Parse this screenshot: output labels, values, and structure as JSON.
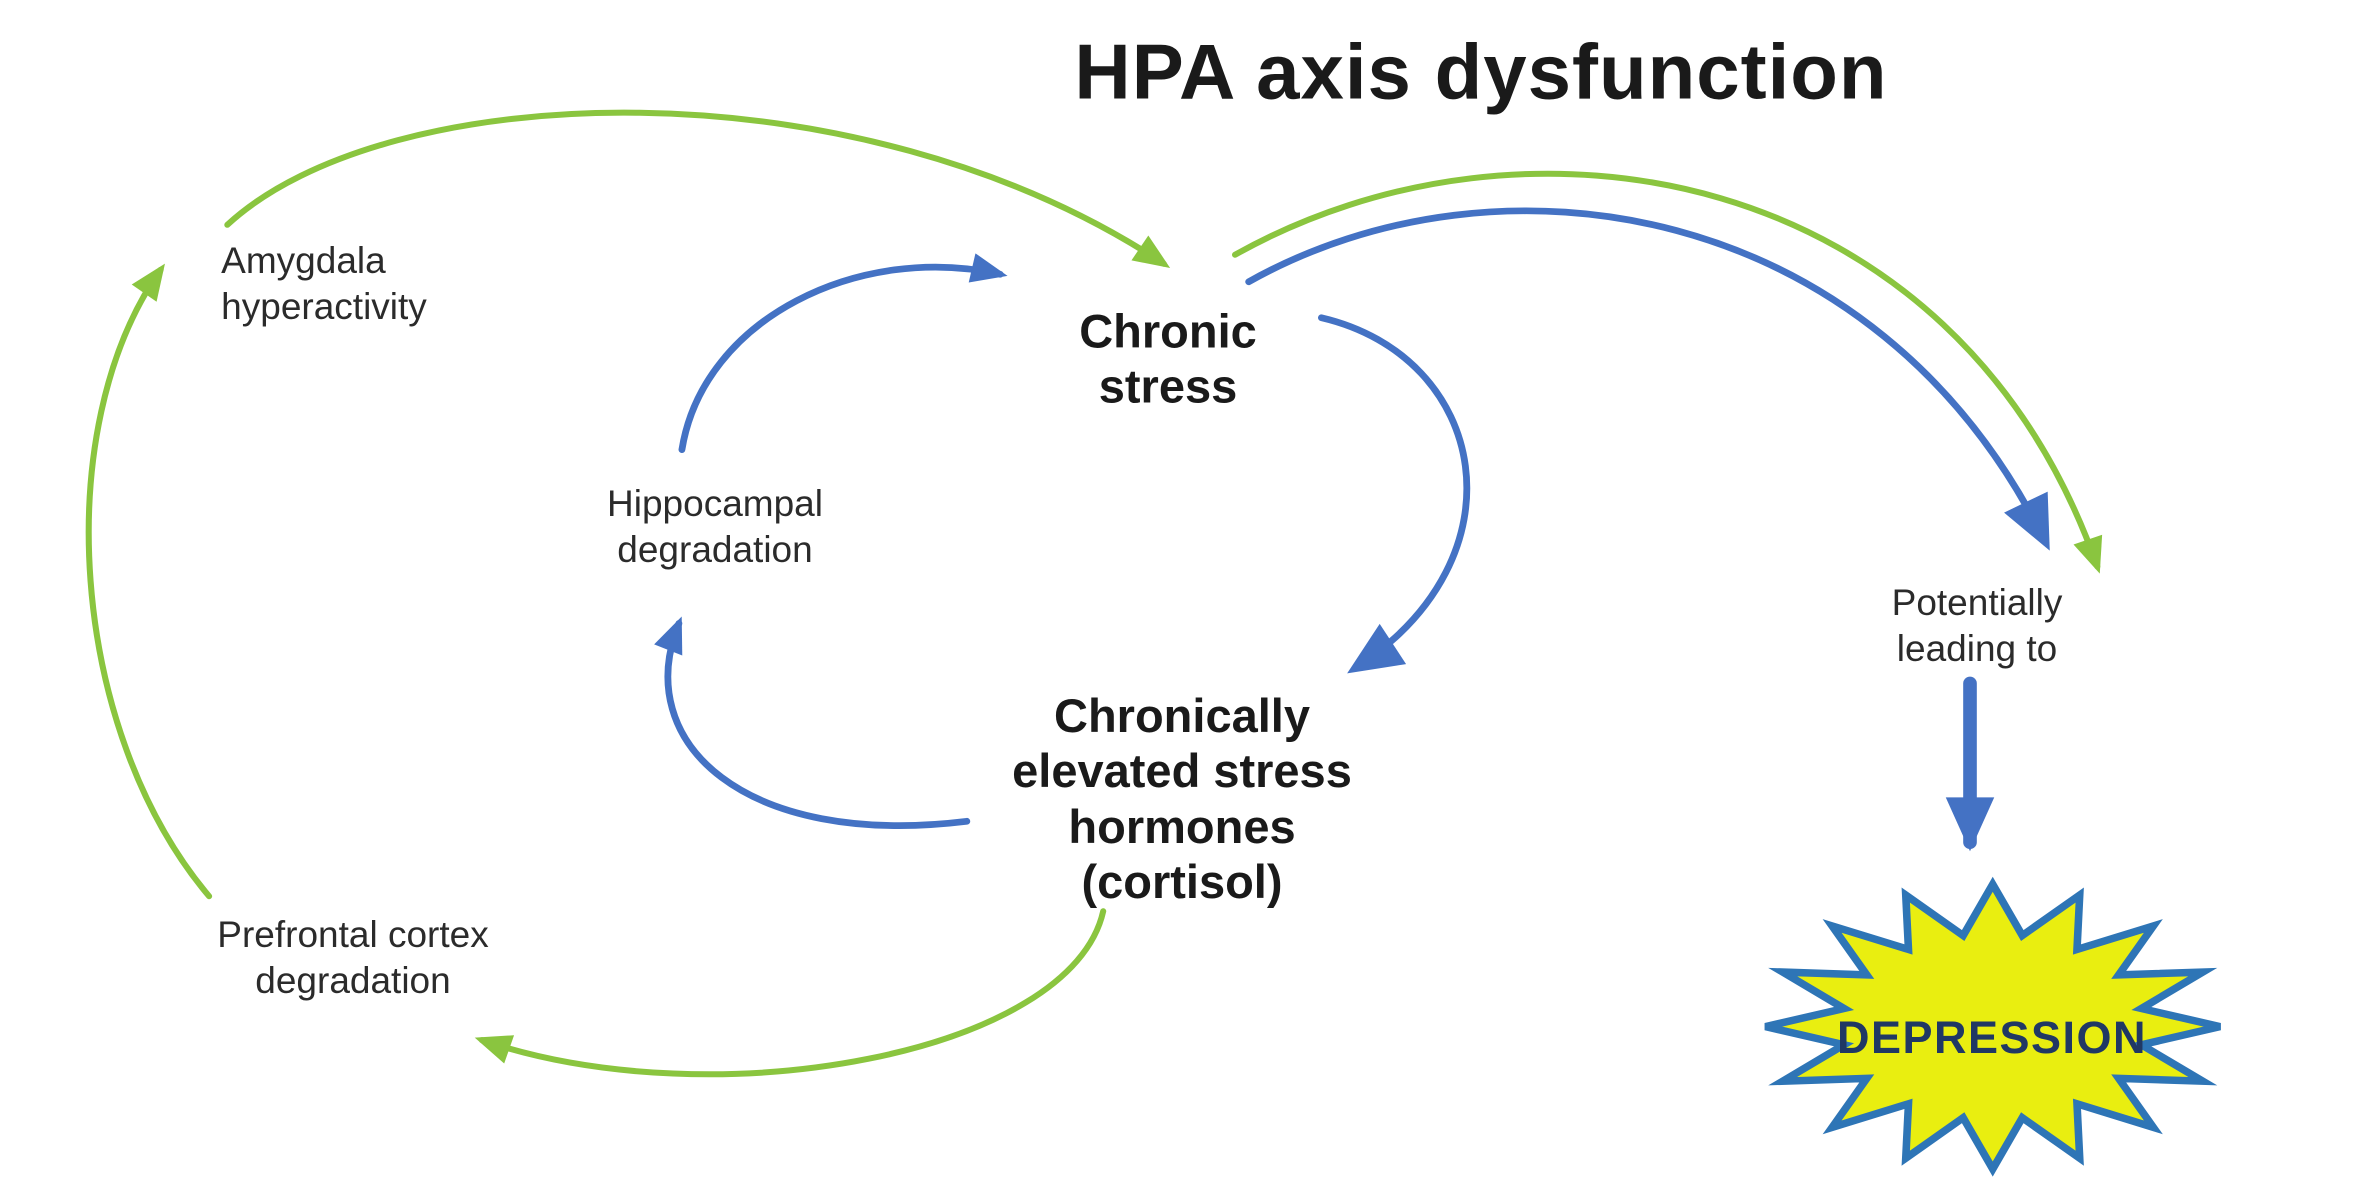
{
  "title": "HPA axis dysfunction",
  "colors": {
    "green_arrow": "#8ac53f",
    "blue_arrow": "#4472c4",
    "starburst_fill": "#e9ee10",
    "starburst_stroke": "#2e75b6",
    "depression_text": "#203864"
  },
  "nodes": {
    "amygdala": {
      "line1": "Amygdala",
      "line2": "hyperactivity"
    },
    "chronic_stress": {
      "line1": "Chronic",
      "line2": "stress"
    },
    "hippocampal": {
      "line1": "Hippocampal",
      "line2": "degradation"
    },
    "stress_hormones": {
      "line1": "Chronically",
      "line2": "elevated stress",
      "line3": "hormones",
      "line4": "(cortisol)"
    },
    "prefrontal": {
      "line1": "Prefrontal cortex",
      "line2": "degradation"
    },
    "potentially": {
      "line1": "Potentially",
      "line2": "leading to"
    },
    "depression": {
      "label": "DEPRESSION"
    }
  },
  "edges": [
    {
      "from": "amygdala",
      "to": "chronic_stress",
      "color": "green"
    },
    {
      "from": "hippocampal",
      "to": "chronic_stress",
      "color": "blue"
    },
    {
      "from": "chronic_stress",
      "to": "stress_hormones",
      "color": "blue"
    },
    {
      "from": "stress_hormones",
      "to": "hippocampal",
      "color": "blue"
    },
    {
      "from": "stress_hormones",
      "to": "prefrontal",
      "color": "green"
    },
    {
      "from": "prefrontal",
      "to": "amygdala",
      "color": "green"
    },
    {
      "from": "chronic_stress",
      "to": "potentially",
      "color": "green"
    },
    {
      "from": "chronic_stress",
      "to": "potentially",
      "color": "blue"
    },
    {
      "from": "potentially",
      "to": "depression",
      "color": "blue"
    }
  ]
}
